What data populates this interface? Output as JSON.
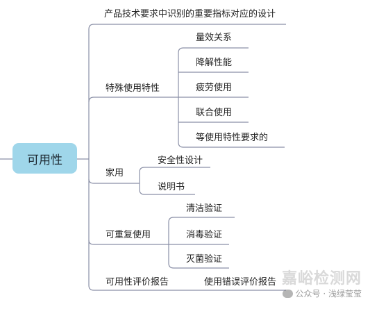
{
  "root": {
    "label": "可用性"
  },
  "branches": {
    "design_indicator": {
      "label": "产品技术要求中识别的重要指标对应的设计"
    },
    "special": {
      "label": "特殊使用特性",
      "items": [
        "量效关系",
        "降解性能",
        "疲劳使用",
        "联合使用",
        "等使用特性要求的"
      ]
    },
    "home": {
      "label": "家用",
      "items": [
        "安全性设计",
        "说明书"
      ]
    },
    "reuse": {
      "label": "可重复使用",
      "items": [
        "清洁验证",
        "消毒验证",
        "灭菌验证"
      ]
    },
    "report": {
      "label": "可用性评价报告",
      "items": [
        "使用错误评价报告"
      ]
    }
  },
  "watermark": {
    "brand": "嘉峪检测网",
    "account": "公众号 · 浅绿莹莹"
  },
  "colors": {
    "root_fill": "#9fd6ea",
    "connector": "#8a8fa6"
  }
}
